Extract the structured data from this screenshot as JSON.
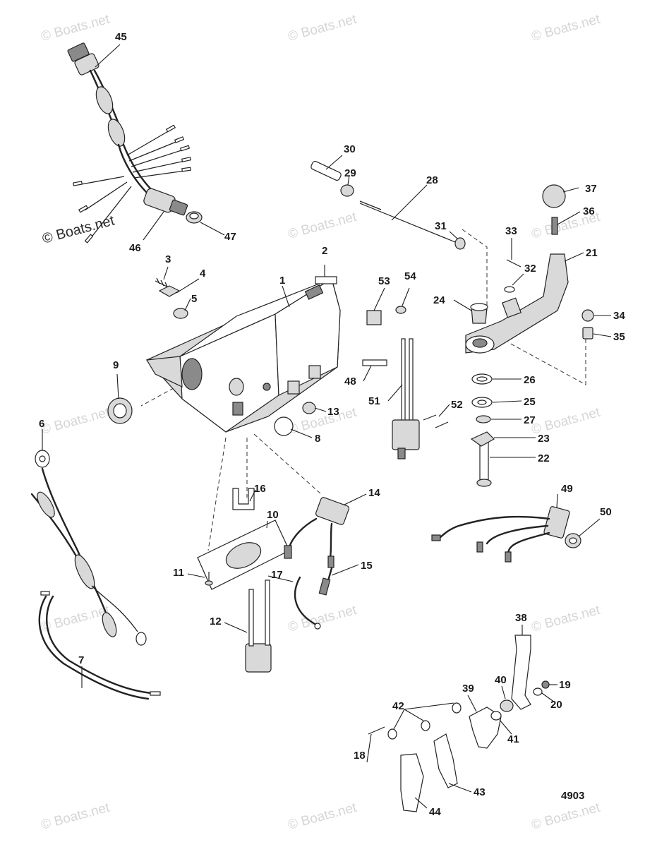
{
  "watermark": {
    "text": "© Boats.net",
    "prominent_text": "© Boats.net"
  },
  "figure_number": "4903",
  "callouts": {
    "c1": "1",
    "c2": "2",
    "c3": "3",
    "c4": "4",
    "c5": "5",
    "c6": "6",
    "c7": "7",
    "c8": "8",
    "c9": "9",
    "c10": "10",
    "c11": "11",
    "c12": "12",
    "c13": "13",
    "c14": "14",
    "c15": "15",
    "c16": "16",
    "c17": "17",
    "c18": "18",
    "c19": "19",
    "c20": "20",
    "c21": "21",
    "c22": "22",
    "c23": "23",
    "c24": "24",
    "c25": "25",
    "c26": "26",
    "c27": "27",
    "c28": "28",
    "c29": "29",
    "c30": "30",
    "c31": "31",
    "c32": "32",
    "c33": "33",
    "c34": "34",
    "c35": "35",
    "c36": "36",
    "c37": "37",
    "c38": "38",
    "c39": "39",
    "c40": "40",
    "c41": "41",
    "c42": "42",
    "c43": "43",
    "c44": "44",
    "c45": "45",
    "c46": "46",
    "c47": "47",
    "c48": "48",
    "c49": "49",
    "c50": "50",
    "c51": "51",
    "c52": "52",
    "c53": "53",
    "c54": "54"
  }
}
